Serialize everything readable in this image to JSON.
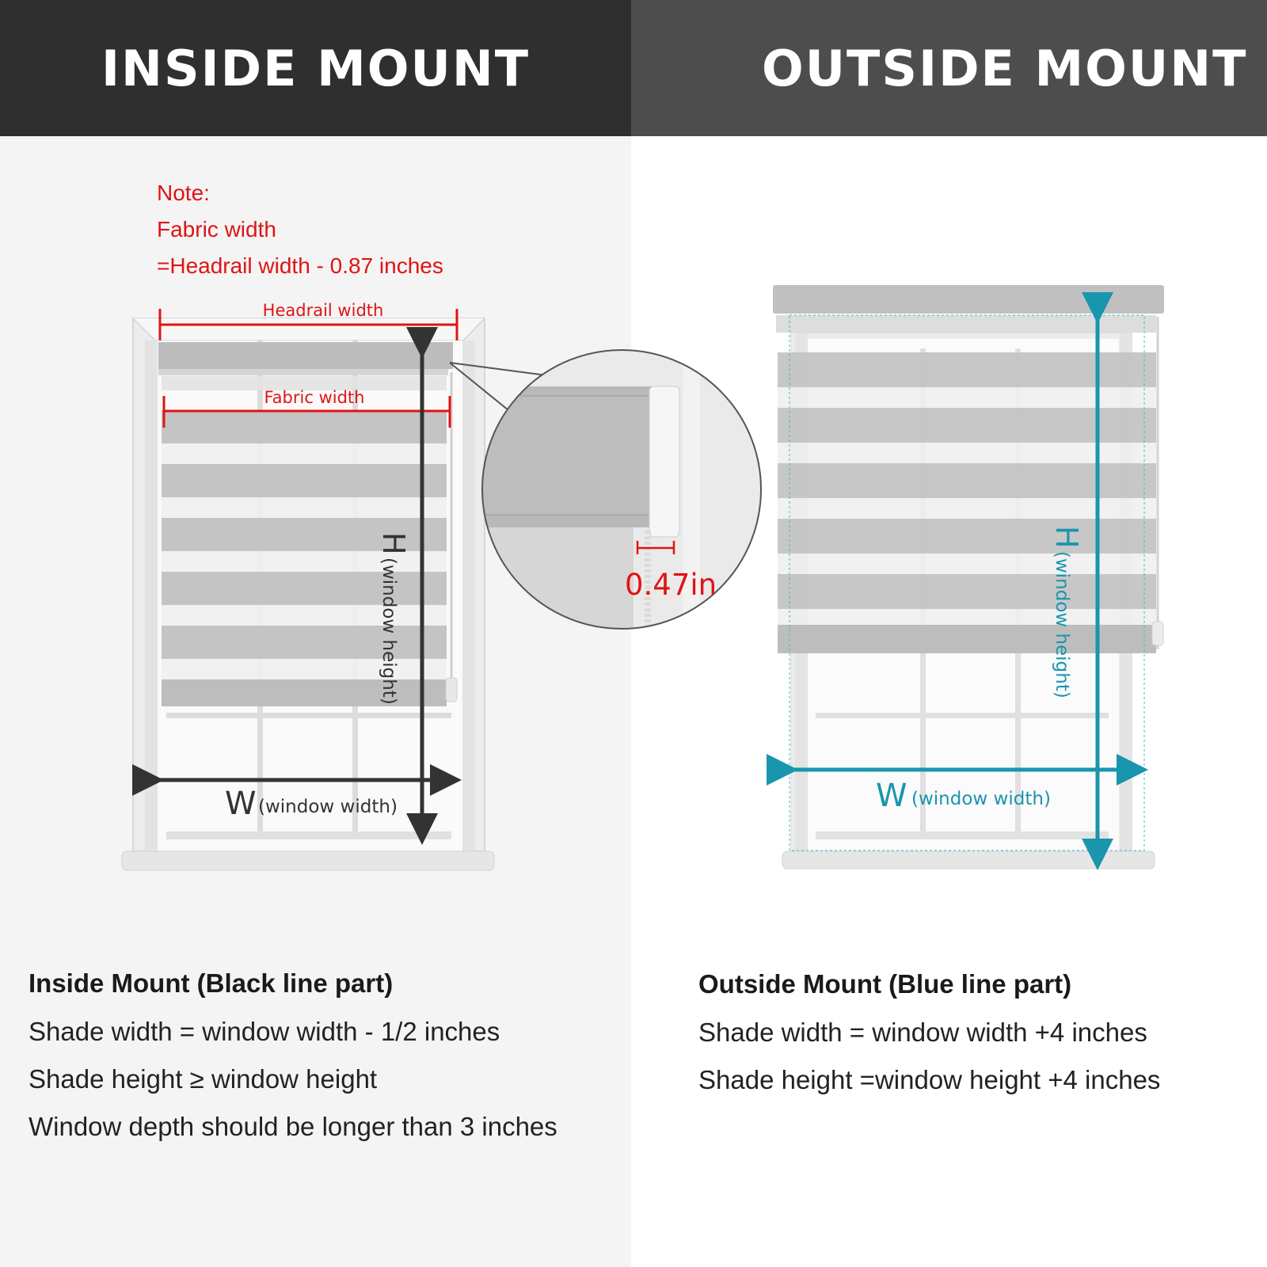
{
  "inside": {
    "header": "INSIDE MOUNT",
    "note_lines": [
      "Note:",
      "Fabric width",
      "=Headrail width - 0.87 inches"
    ],
    "headrail_label": "Headrail width",
    "fabric_label": "Fabric width",
    "gap_label": "0.47in",
    "h_big": "H",
    "h_small": "(window height)",
    "w_big": "W",
    "w_small": "(window width)",
    "line_color": "#333333",
    "title": "Inside Mount (Black line part)",
    "lines": [
      "Shade width = window width - 1/2 inches",
      "Shade height ≥ window height",
      "Window depth should be longer than 3 inches"
    ]
  },
  "outside": {
    "header": "OUTSIDE MOUNT",
    "h_big": "H",
    "h_small": "(window height)",
    "w_big": "W",
    "w_small": "(window width)",
    "line_color": "#1a95ae",
    "title": "Outside Mount (Blue line part)",
    "lines": [
      "Shade width = window width +4 inches",
      "Shade height =window height +4 inches"
    ]
  },
  "colors": {
    "note_red": "#e01414",
    "shade_gray": "#c4c4c4",
    "header_dark": "#2f2f2f",
    "header_mid": "#4d4d4d"
  }
}
